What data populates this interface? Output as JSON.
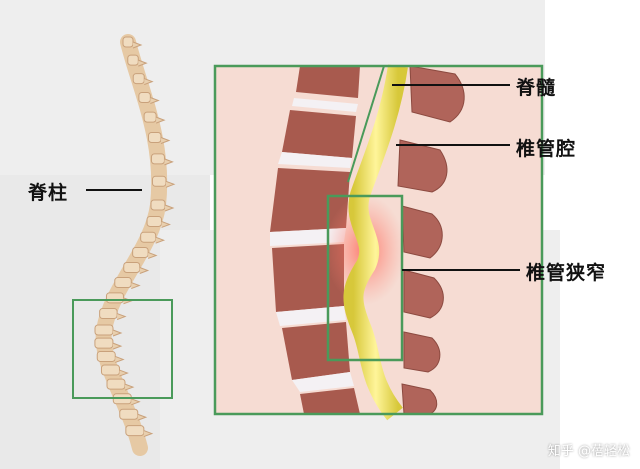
{
  "labels": {
    "spine": "脊柱",
    "spinal_cord": "脊髓",
    "spinal_canal": "椎管腔",
    "spinal_stenosis": "椎管狭窄"
  },
  "watermark": "知乎 @蓓轻松",
  "colors": {
    "highlight_box": "#4a9a5a",
    "bone": "#a85a4e",
    "disc": "#f4f1f4",
    "cord": "#e8dc4a",
    "background_panel": "#efefef",
    "detail_background": "#f6dcd3"
  }
}
